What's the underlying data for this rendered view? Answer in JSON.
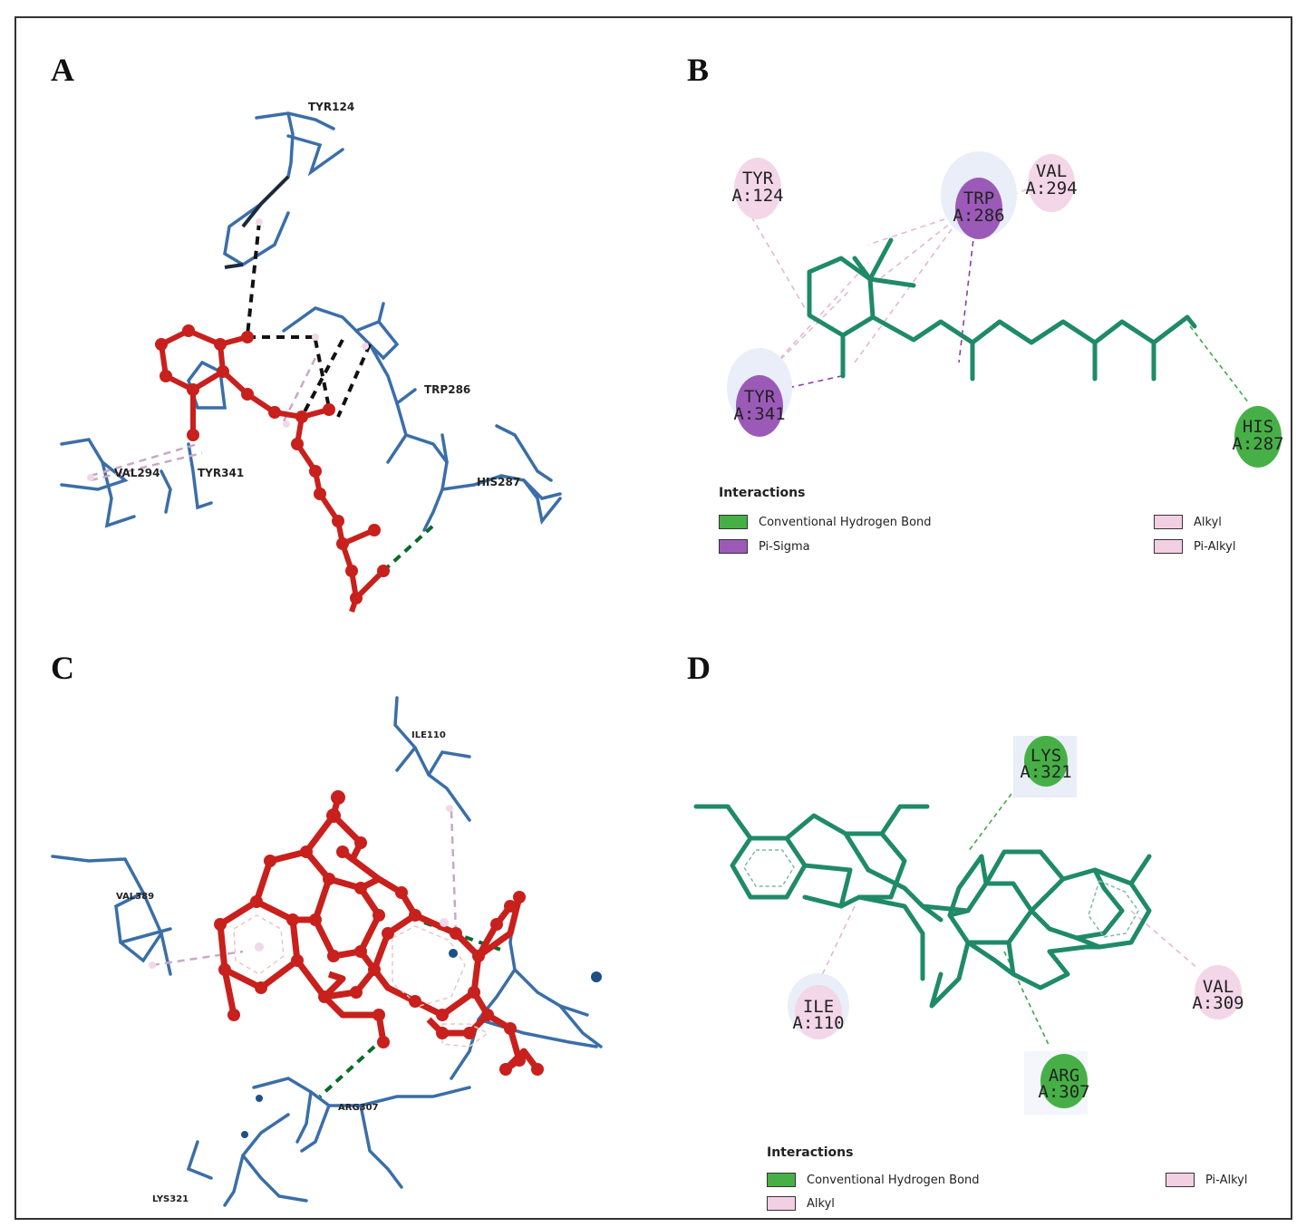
{
  "panels": {
    "a": {
      "label": "A",
      "residues": [
        "TYR124",
        "TRP286",
        "VAL294",
        "TYR341",
        "HIS287"
      ]
    },
    "b": {
      "label": "B",
      "nodes": [
        {
          "l1": "TYR",
          "l2": "A:124"
        },
        {
          "l1": "TRP",
          "l2": "A:286"
        },
        {
          "l1": "VAL",
          "l2": "A:294"
        },
        {
          "l1": "TYR",
          "l2": "A:341"
        },
        {
          "l1": "HIS",
          "l2": "A:287"
        }
      ],
      "legend_title": "Interactions",
      "legend": [
        {
          "label": "Conventional Hydrogen Bond",
          "color": "#46b046"
        },
        {
          "label": "Pi-Sigma",
          "color": "#9c5ab8"
        },
        {
          "label": "Alkyl",
          "color": "#f3cfe4"
        },
        {
          "label": "Pi-Alkyl",
          "color": "#f3cfe4"
        }
      ]
    },
    "c": {
      "label": "C",
      "residues": [
        "ILE110",
        "VAL389",
        "ARG307",
        "LYS321"
      ]
    },
    "d": {
      "label": "D",
      "nodes": [
        {
          "l1": "LYS",
          "l2": "A:321"
        },
        {
          "l1": "ILE",
          "l2": "A:110"
        },
        {
          "l1": "VAL",
          "l2": "A:309"
        },
        {
          "l1": "ARG",
          "l2": "A:307"
        }
      ],
      "legend_title": "Interactions",
      "legend": [
        {
          "label": "Conventional Hydrogen Bond",
          "color": "#46b046"
        },
        {
          "label": "Alkyl",
          "color": "#f3cfe4"
        },
        {
          "label": "Pi-Alkyl",
          "color": "#f3cfe4"
        }
      ]
    }
  },
  "colors": {
    "ligand_3d": "#c8201c",
    "protein_3d": "#3a6ea8",
    "ligand_2d": "#1f8a68",
    "hbond": "#46b046",
    "pi_sigma": "#9c5ab8",
    "alkyl": "#f3cfe4"
  }
}
